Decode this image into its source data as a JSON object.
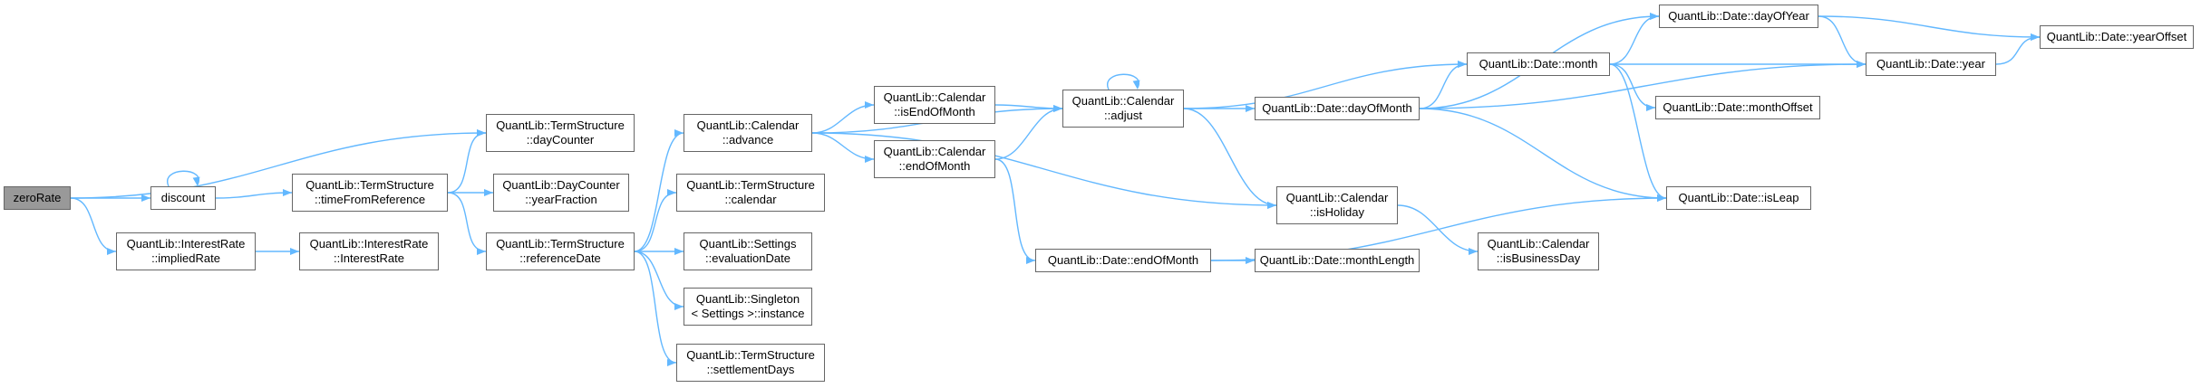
{
  "colors": {
    "edge": "#63b8ff",
    "node_border": "#666666",
    "root_fill": "#999999",
    "node_fill": "#ffffff"
  },
  "nodes": [
    {
      "id": "n0",
      "lines": [
        "zeroRate"
      ],
      "root": true
    },
    {
      "id": "n1",
      "lines": [
        "discount"
      ]
    },
    {
      "id": "n2",
      "lines": [
        "QuantLib::InterestRate",
        "::impliedRate"
      ]
    },
    {
      "id": "n3",
      "lines": [
        "QuantLib::TermStructure",
        "::dayCounter"
      ]
    },
    {
      "id": "n4",
      "lines": [
        "QuantLib::TermStructure",
        "::timeFromReference"
      ]
    },
    {
      "id": "n5",
      "lines": [
        "QuantLib::InterestRate",
        "::InterestRate"
      ]
    },
    {
      "id": "n6",
      "lines": [
        "QuantLib::DayCounter",
        "::yearFraction"
      ]
    },
    {
      "id": "n7",
      "lines": [
        "QuantLib::TermStructure",
        "::referenceDate"
      ]
    },
    {
      "id": "n8",
      "lines": [
        "QuantLib::Calendar",
        "::advance"
      ]
    },
    {
      "id": "n9",
      "lines": [
        "QuantLib::TermStructure",
        "::calendar"
      ]
    },
    {
      "id": "n10",
      "lines": [
        "QuantLib::Settings",
        "::evaluationDate"
      ]
    },
    {
      "id": "n11",
      "lines": [
        "QuantLib::Singleton",
        "< Settings >::instance"
      ]
    },
    {
      "id": "n12",
      "lines": [
        "QuantLib::TermStructure",
        "::settlementDays"
      ]
    },
    {
      "id": "n13",
      "lines": [
        "QuantLib::Calendar",
        "::isEndOfMonth"
      ]
    },
    {
      "id": "n14",
      "lines": [
        "QuantLib::Calendar",
        "::endOfMonth"
      ]
    },
    {
      "id": "n15",
      "lines": [
        "QuantLib::Calendar",
        "::adjust"
      ]
    },
    {
      "id": "n16",
      "lines": [
        "QuantLib::Calendar",
        "::isHoliday"
      ]
    },
    {
      "id": "n17",
      "lines": [
        "QuantLib::Date::endOfMonth"
      ]
    },
    {
      "id": "n18",
      "lines": [
        "QuantLib::Date::dayOfMonth"
      ]
    },
    {
      "id": "n19",
      "lines": [
        "QuantLib::Date::monthLength"
      ]
    },
    {
      "id": "n20",
      "lines": [
        "QuantLib::Calendar",
        "::isBusinessDay"
      ]
    },
    {
      "id": "n21",
      "lines": [
        "QuantLib::Date::month"
      ]
    },
    {
      "id": "n22",
      "lines": [
        "QuantLib::Date::dayOfYear"
      ]
    },
    {
      "id": "n23",
      "lines": [
        "QuantLib::Date::monthOffset"
      ]
    },
    {
      "id": "n24",
      "lines": [
        "QuantLib::Date::isLeap"
      ]
    },
    {
      "id": "n25",
      "lines": [
        "QuantLib::Date::year"
      ]
    },
    {
      "id": "n26",
      "lines": [
        "QuantLib::Date::yearOffset"
      ]
    }
  ],
  "edges": [
    [
      "n0",
      "n1"
    ],
    [
      "n0",
      "n2"
    ],
    [
      "n0",
      "n3"
    ],
    [
      "n1",
      "n1"
    ],
    [
      "n1",
      "n4"
    ],
    [
      "n2",
      "n5"
    ],
    [
      "n4",
      "n3"
    ],
    [
      "n4",
      "n6"
    ],
    [
      "n4",
      "n7"
    ],
    [
      "n7",
      "n8"
    ],
    [
      "n7",
      "n9"
    ],
    [
      "n7",
      "n10"
    ],
    [
      "n7",
      "n11"
    ],
    [
      "n7",
      "n12"
    ],
    [
      "n8",
      "n13"
    ],
    [
      "n8",
      "n14"
    ],
    [
      "n8",
      "n15"
    ],
    [
      "n8",
      "n16"
    ],
    [
      "n13",
      "n15"
    ],
    [
      "n14",
      "n15"
    ],
    [
      "n14",
      "n17"
    ],
    [
      "n15",
      "n15"
    ],
    [
      "n15",
      "n18"
    ],
    [
      "n15",
      "n21"
    ],
    [
      "n15",
      "n16"
    ],
    [
      "n16",
      "n20"
    ],
    [
      "n17",
      "n19"
    ],
    [
      "n17",
      "n24"
    ],
    [
      "n18",
      "n21"
    ],
    [
      "n18",
      "n22"
    ],
    [
      "n18",
      "n25"
    ],
    [
      "n18",
      "n24"
    ],
    [
      "n21",
      "n22"
    ],
    [
      "n21",
      "n25"
    ],
    [
      "n21",
      "n23"
    ],
    [
      "n21",
      "n24"
    ],
    [
      "n22",
      "n25"
    ],
    [
      "n22",
      "n26"
    ],
    [
      "n25",
      "n26"
    ]
  ]
}
